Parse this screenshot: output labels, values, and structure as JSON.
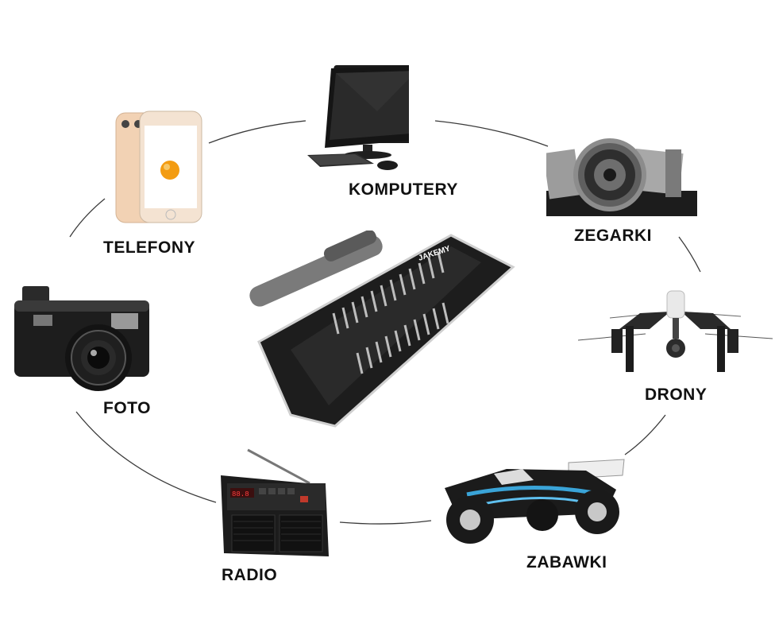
{
  "labels": {
    "computers": "KOMPUTERY",
    "watches": "ZEGARKI",
    "drones": "DRONY",
    "toys": "ZABAWKI",
    "radio": "RADIO",
    "photo": "FOTO",
    "phones": "TELEFONY"
  },
  "center_kit": {
    "brand": "JAKEMY"
  },
  "colors": {
    "text": "#111111",
    "connector": "#3a3a3a"
  }
}
